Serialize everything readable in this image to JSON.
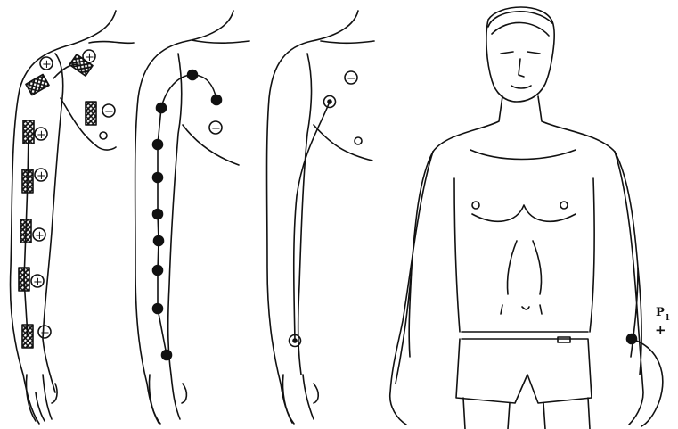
{
  "figure": {
    "panels": [
      {
        "id": "arm-pads",
        "description_icon": "arm-with-rectangular-electrode-pads"
      },
      {
        "id": "arm-dots",
        "description_icon": "arm-with-dot-points"
      },
      {
        "id": "arm-line",
        "description_icon": "arm-with-single-line"
      },
      {
        "id": "torso",
        "description_icon": "male-torso-front"
      }
    ],
    "signs": {
      "plus": "+",
      "minus": "−"
    },
    "electrode_label": "P",
    "electrode_label_sub": "1",
    "electrode_polarity": "+",
    "ink_color": "#111111"
  }
}
